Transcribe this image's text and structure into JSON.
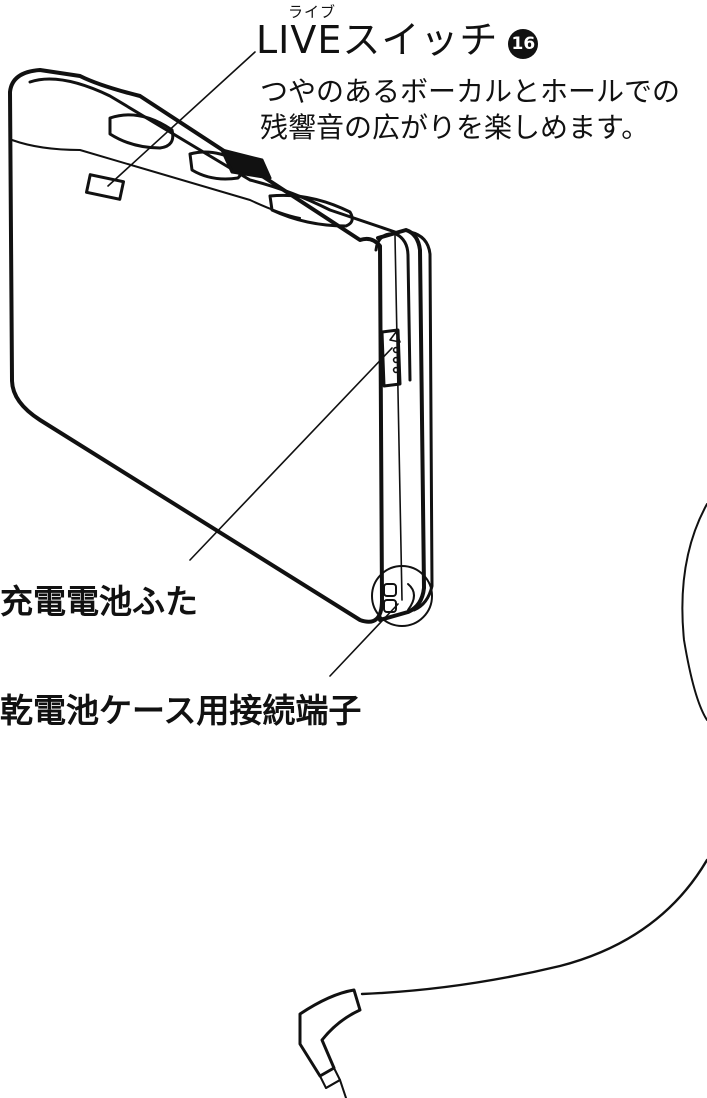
{
  "live_switch": {
    "ruby": "ライブ",
    "title": "LIVEスイッチ",
    "number": "16",
    "description": "つやのあるボーカルとホールでの残響音の広がりを楽しめます。"
  },
  "labels": {
    "battery_cover": "充電電池ふた",
    "dry_cell_terminal": "乾電池ケース用接続端子"
  }
}
